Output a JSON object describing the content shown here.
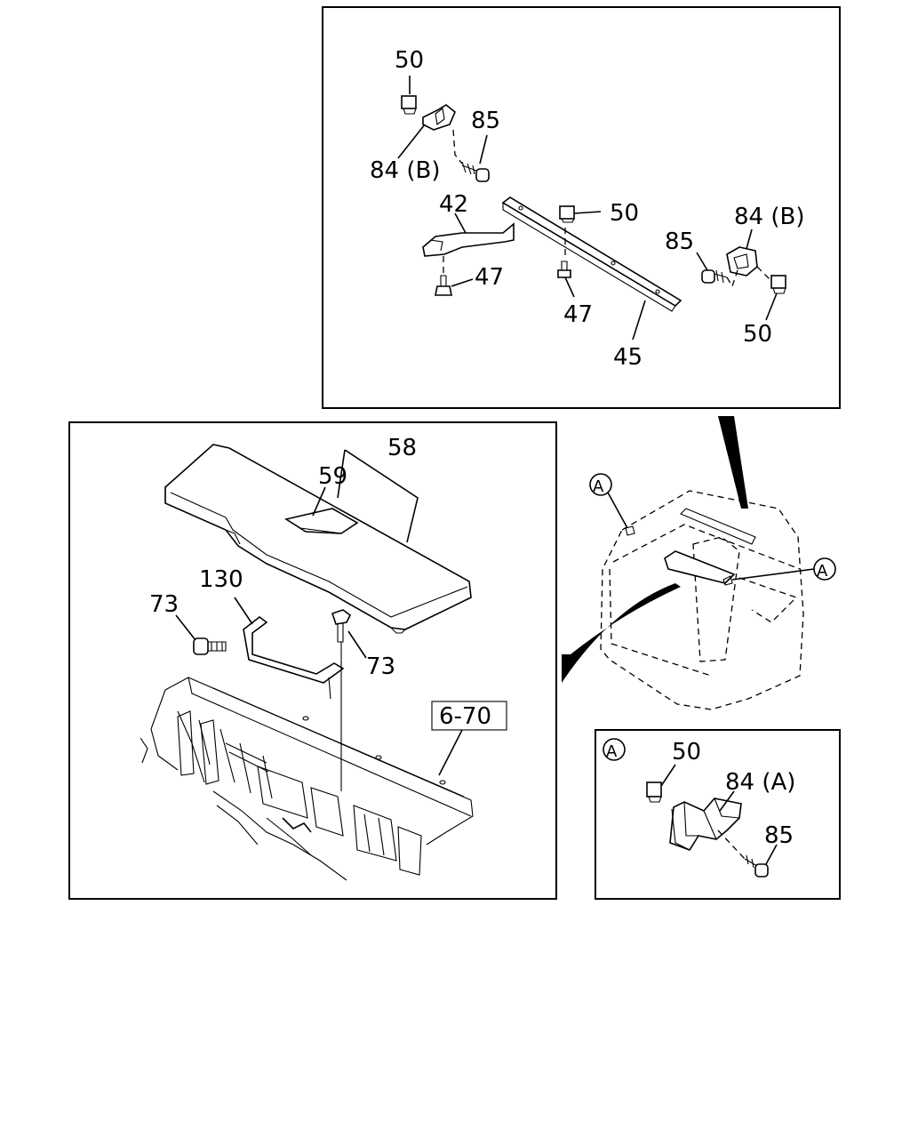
{
  "callouts": {
    "top_50a": "50",
    "top_85a": "85",
    "top_84b_a": "84 (B)",
    "top_42": "42",
    "top_50b": "50",
    "top_84b_b": "84 (B)",
    "top_85b": "85",
    "top_47a": "47",
    "top_47b": "47",
    "top_50c": "50",
    "top_45": "45",
    "left_58": "58",
    "left_59": "59",
    "left_130": "130",
    "left_73a": "73",
    "left_73b": "73",
    "left_ref": "6-70",
    "view_a1": "A",
    "view_a2": "A",
    "detail_a": "A",
    "detail_50": "50",
    "detail_84a": "84 (A)",
    "detail_85": "85"
  }
}
